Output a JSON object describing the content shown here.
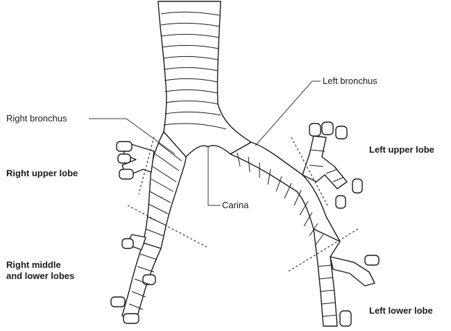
{
  "labels": {
    "right_bronchus": "Right bronchus",
    "left_bronchus": "Left bronchus",
    "carina": "Carina",
    "right_upper_lobe": "Right upper lobe",
    "right_middle_lower_line1": "Right middle",
    "right_middle_lower_line2": "and lower lobes",
    "left_upper_lobe": "Left upper lobe",
    "left_lower_lobe": "Left lower lobe"
  },
  "colors": {
    "outline": "#1a1a1a",
    "fill": "#ffffff",
    "leader": "#333333"
  }
}
